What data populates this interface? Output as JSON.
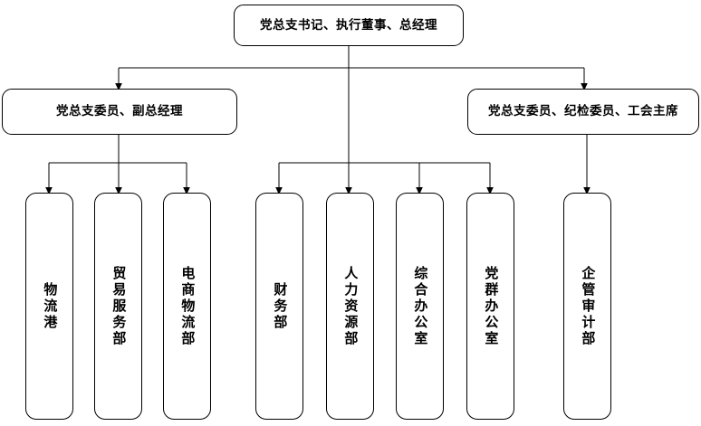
{
  "chart_data": {
    "type": "diagram",
    "title": "",
    "diagram_kind": "organization-chart",
    "orientation": "top-down",
    "levels": 3,
    "edge_style": "orthogonal-elbow-with-arrowhead",
    "node_shape": "rounded-rectangle",
    "line_color": "#000000",
    "fill_color": "#ffffff",
    "nodes": [
      {
        "id": "n0",
        "level": 1,
        "label": "党总支书记、执行董事、总经理",
        "orientation": "horizontal"
      },
      {
        "id": "n1",
        "level": 2,
        "label": "党总支委员、副总经理",
        "orientation": "horizontal"
      },
      {
        "id": "n2",
        "level": 2,
        "label": "党总支委员、纪检委员、工会主席",
        "orientation": "horizontal"
      },
      {
        "id": "d0",
        "level": 3,
        "label": "物流港",
        "orientation": "vertical"
      },
      {
        "id": "d1",
        "level": 3,
        "label": "贸易服务部",
        "orientation": "vertical"
      },
      {
        "id": "d2",
        "level": 3,
        "label": "电商物流部",
        "orientation": "vertical"
      },
      {
        "id": "d3",
        "level": 3,
        "label": "财务部",
        "orientation": "vertical"
      },
      {
        "id": "d4",
        "level": 3,
        "label": "人力资源部",
        "orientation": "vertical"
      },
      {
        "id": "d5",
        "level": 3,
        "label": "综合办公室",
        "orientation": "vertical"
      },
      {
        "id": "d6",
        "level": 3,
        "label": "党群办公室",
        "orientation": "vertical"
      },
      {
        "id": "d7",
        "level": 3,
        "label": "企管审计部",
        "orientation": "vertical"
      }
    ],
    "edges": [
      {
        "from": "n0",
        "to": "n1"
      },
      {
        "from": "n0",
        "to": "n2"
      },
      {
        "from": "n0",
        "to": "d3"
      },
      {
        "from": "n0",
        "to": "d4"
      },
      {
        "from": "n0",
        "to": "d5"
      },
      {
        "from": "n0",
        "to": "d6"
      },
      {
        "from": "n1",
        "to": "d0"
      },
      {
        "from": "n1",
        "to": "d1"
      },
      {
        "from": "n1",
        "to": "d2"
      },
      {
        "from": "n2",
        "to": "d7"
      }
    ]
  },
  "chart": {
    "top": {
      "label": "党总支书记、执行董事、总经理"
    },
    "level2": {
      "left": {
        "label": "党总支委员、副总经理"
      },
      "right": {
        "label": "党总支委员、纪检委员、工会主席"
      }
    },
    "departments": [
      {
        "label": "物流港"
      },
      {
        "label": "贸易服务部"
      },
      {
        "label": "电商物流部"
      },
      {
        "label": "财务部"
      },
      {
        "label": "人力资源部"
      },
      {
        "label": "综合办公室"
      },
      {
        "label": "党群办公室"
      },
      {
        "label": "企管审计部"
      }
    ]
  }
}
